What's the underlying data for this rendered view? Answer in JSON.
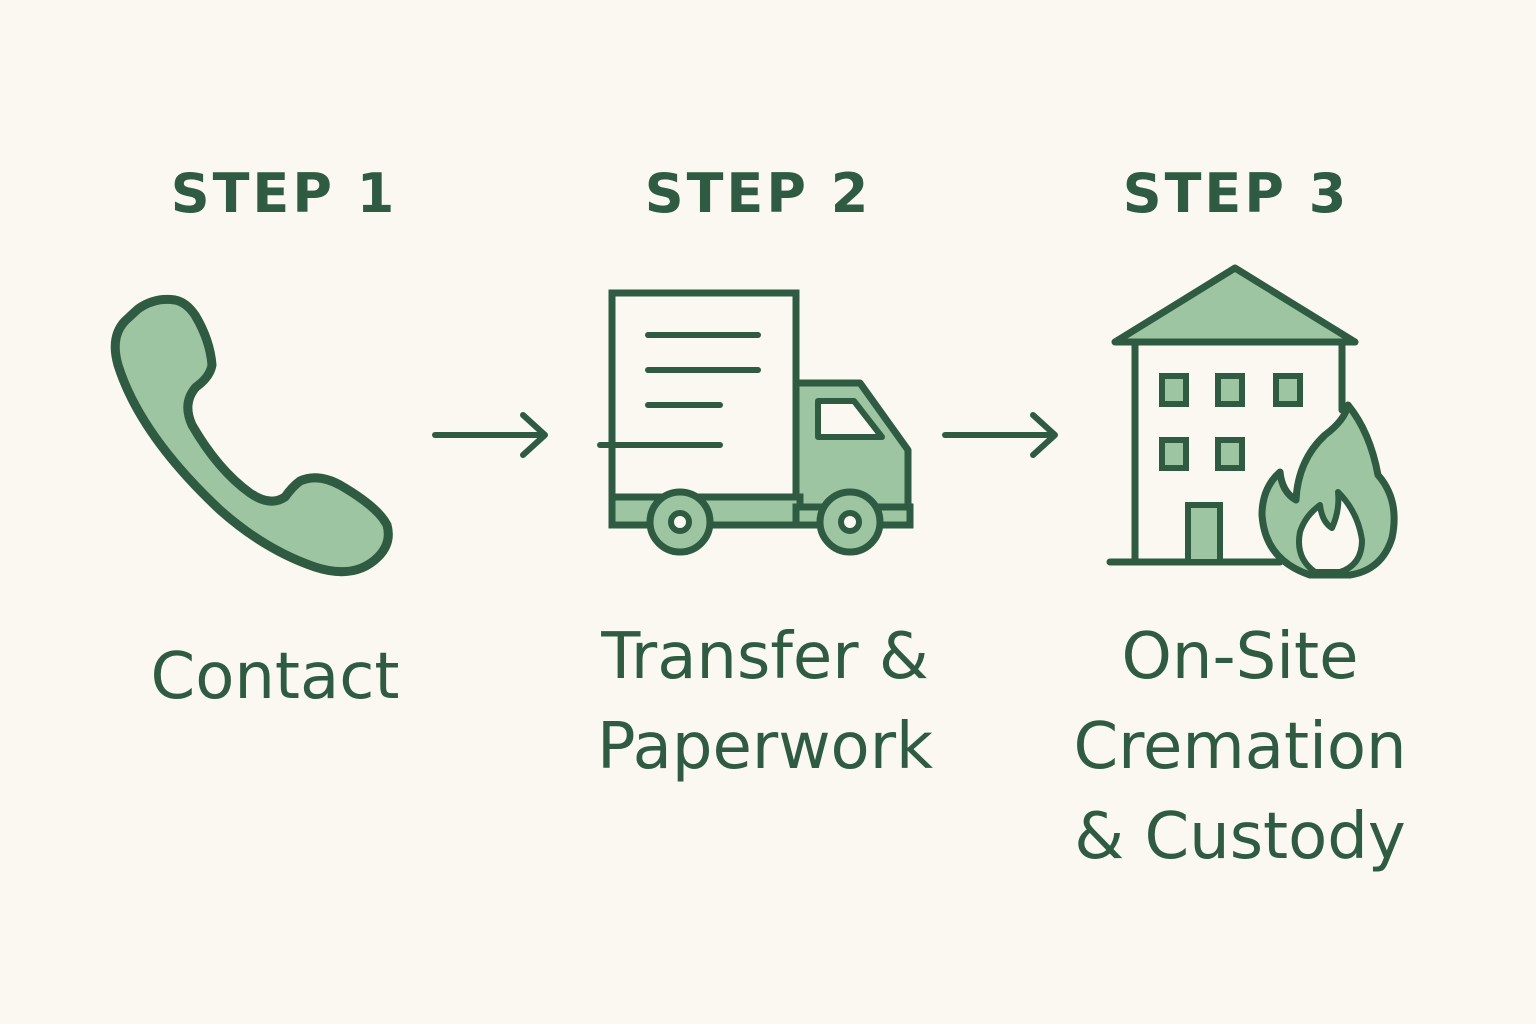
{
  "colors": {
    "background": "#faf8f1",
    "stroke": "#2f5b42",
    "fill": "#9dc5a1"
  },
  "steps": [
    {
      "title": "STEP 1",
      "label_lines": [
        "Contact"
      ],
      "icon": "phone-handset-icon"
    },
    {
      "title": "STEP 2",
      "label_lines": [
        "Transfer &",
        "Paperwork"
      ],
      "icon": "document-truck-icon"
    },
    {
      "title": "STEP 3",
      "label_lines": [
        "On-Site",
        "Cremation",
        "& Custody"
      ],
      "icon": "building-flame-icon"
    }
  ],
  "connectors": [
    "arrow-right-icon",
    "arrow-right-icon"
  ]
}
